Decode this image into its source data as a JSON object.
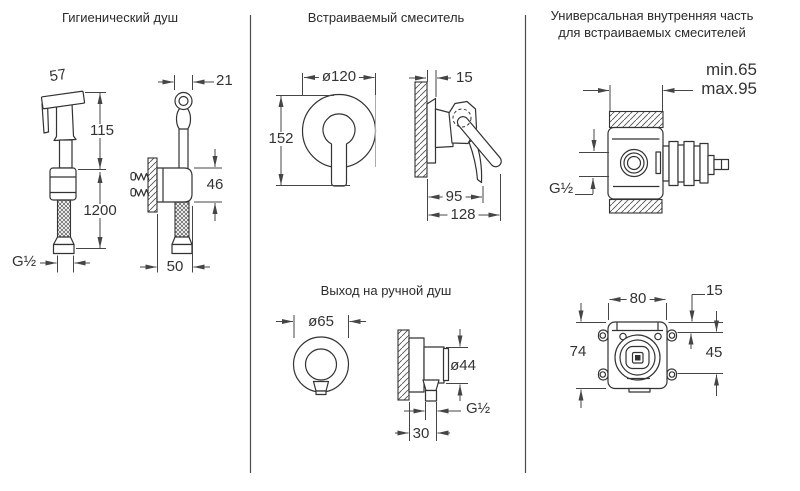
{
  "columns": [
    {
      "title": "Гигиенический душ",
      "sprayer": {
        "head_width": "57",
        "height": "115",
        "hose_length": "1200",
        "thread": "G½"
      },
      "holder": {
        "hook_width": "21",
        "height": "46",
        "depth": "50"
      }
    },
    {
      "title": "Встраиваемый смеситель",
      "mixer": {
        "diameter": "ø120",
        "height": "152",
        "plate_depth": "15",
        "body_depth": "95",
        "total_depth": "128"
      },
      "outlet": {
        "title": "Выход на ручной душ",
        "diameter": "ø65",
        "body_diameter": "ø44",
        "thread": "G½",
        "wall_offset": "30"
      }
    },
    {
      "title_line1": "Универсальная внутренняя часть",
      "title_line2": "для встраиваемых смесителей",
      "inner_part": {
        "depth_min": "min.65",
        "depth_max": "max.95",
        "thread": "G½",
        "width": "80",
        "ear_offset": "15",
        "height": "74",
        "ear_spacing": "45"
      }
    }
  ]
}
